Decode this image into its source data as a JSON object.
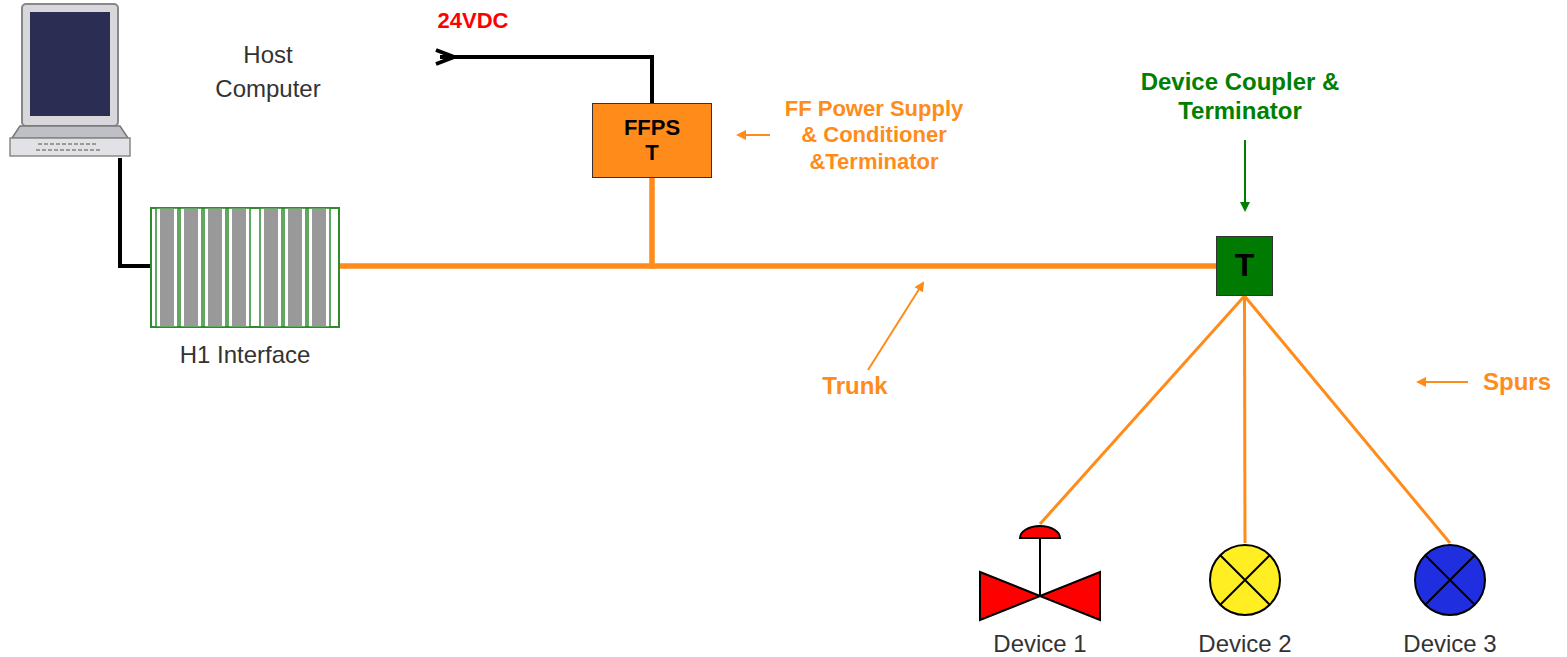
{
  "diagram": {
    "nodes": [
      {
        "text": [
          "Host Computer"
        ]
      },
      {
        "text": [
          "H1 Interface"
        ]
      },
      {
        "text": [
          "FFPS",
          "T"
        ]
      },
      {
        "text": [
          "T"
        ]
      },
      {
        "text": [
          "Device 1"
        ]
      },
      {
        "text": [
          "Device 2"
        ]
      },
      {
        "text": [
          "Device 3"
        ]
      }
    ],
    "edges": [
      {
        "from": 0,
        "to": 1,
        "arrow": "none"
      },
      {
        "from": 1,
        "to": 3,
        "arrow": "none"
      },
      {
        "from": 2,
        "to": 1,
        "arrow": "none"
      },
      {
        "from": 2,
        "to": 3,
        "arrow": "none"
      },
      {
        "from": 3,
        "to": 4,
        "arrow": "none"
      },
      {
        "from": 3,
        "to": 5,
        "arrow": "none"
      },
      {
        "from": 3,
        "to": 6,
        "arrow": "none"
      }
    ],
    "labels": [
      "24VDC",
      "FF Power Supply & Conditioner &Terminator",
      "Device Coupler & Terminator",
      "Trunk",
      "Spurs"
    ]
  }
}
